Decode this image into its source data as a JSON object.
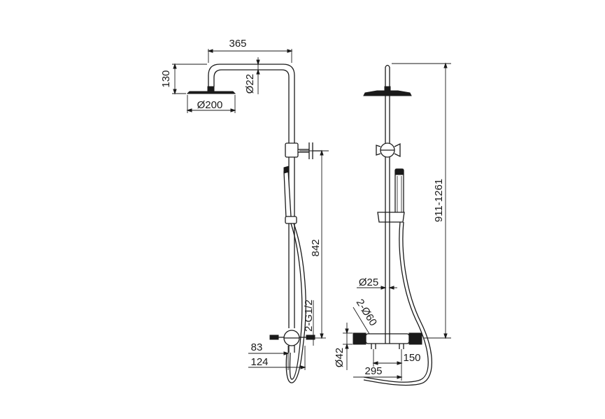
{
  "front_view": {
    "width_label": "365",
    "height_label": "130",
    "head_diameter_label": "Ø200",
    "arm_diameter_label": "Ø22",
    "rail_height_label": "842",
    "inlet_label": "2-G1/2",
    "depth_small_label": "83",
    "depth_large_label": "124"
  },
  "side_view": {
    "total_height_label": "911-1261",
    "pipe_diameter_label": "Ø25",
    "flange_label": "2-Ø60",
    "body_diameter_label": "Ø42",
    "body_width_label": "295",
    "center_distance_label": "150"
  },
  "colors": {
    "line": "#1a1a1a",
    "background": "#ffffff"
  }
}
